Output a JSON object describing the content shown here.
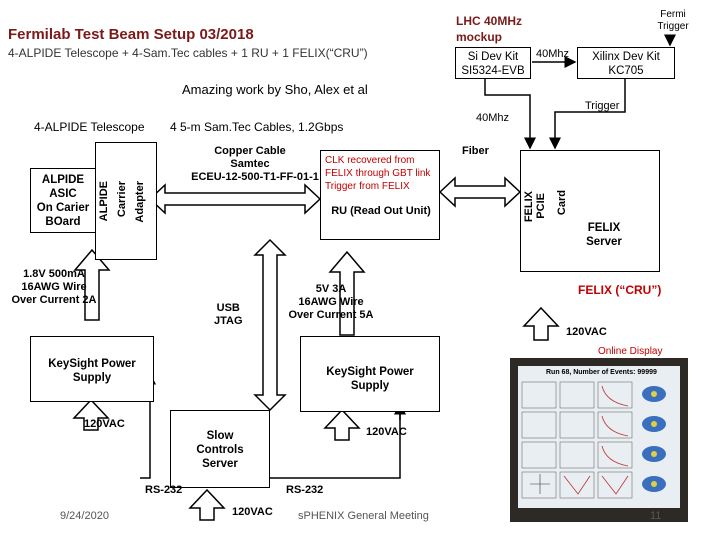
{
  "title": "Fermilab Test Beam Setup 03/2018",
  "subtitle": "4-ALPIDE Telescope + 4-Sam.Tec cables + 1 RU + 1 FELIX(“CRU”)",
  "credit": "Amazing work by Sho, Alex et al",
  "lhc_mockup": "LHC 40MHz mockup",
  "fermi_trigger": "Fermi Trigger",
  "si_dev_kit": "Si Dev Kit",
  "si_part": "SI5324-EVB",
  "xilinx_dev_kit": "Xilinx Dev Kit",
  "xilinx_part": "KC705",
  "freq_40mhz_top": "40Mhz",
  "freq_40mhz_side": "40Mhz",
  "trigger_label": "Trigger",
  "fiber_label": "Fiber",
  "telescope_heading": "4-ALPIDE Telescope",
  "cables_heading": "4 5-m Sam.Tec Cables, 1.2Gbps",
  "copper_cable": "Copper Cable",
  "samtec": "Samtec",
  "samtec_part": "ECEU-12-500-T1-FF-01-1",
  "clk_note_1": "CLK recovered from",
  "clk_note_2": "FELIX through GBT link",
  "clk_note_3": "Trigger from FELIX",
  "alpide_asic": [
    "ALPIDE",
    "ASIC",
    "On Carier",
    "BOard"
  ],
  "alpide_carrier": [
    "ALPIDE",
    "Carrier",
    "Adapter"
  ],
  "ru_label": "RU (Read Out Unit)",
  "felix_vertical": [
    "FELIX",
    "PCIE",
    "Card"
  ],
  "felix_server": [
    "FELIX",
    "Server"
  ],
  "felix_cru": "FELIX (“CRU”)",
  "power_left": [
    "1.8V 500mA",
    "16AWG Wire",
    "Over Current 2A"
  ],
  "power_right": [
    "5V 3A",
    "16AWG Wire",
    "Over Current 5A"
  ],
  "usb_jtag": [
    "USB",
    "JTAG"
  ],
  "keysight_left": [
    "KeySight Power",
    "Supply"
  ],
  "keysight_right": [
    "KeySight Power",
    "Supply"
  ],
  "vac_left": "120VAC",
  "vac_right": "120VAC",
  "vac_felix": "120VAC",
  "vac_bottom": "120VAC",
  "online_display": "Online Display",
  "slow_controls": [
    "Slow",
    "Controls",
    "Server"
  ],
  "rs232_left": "RS-232",
  "rs232_right": "RS-232",
  "screen_title": "Run 68, Number of Events: 99999",
  "footer_date": "9/24/2020",
  "footer_meeting": "sPHENIX General Meeting",
  "footer_page": "11",
  "colors": {
    "title": "#7a1a1a",
    "accent_red": "#c00000"
  }
}
